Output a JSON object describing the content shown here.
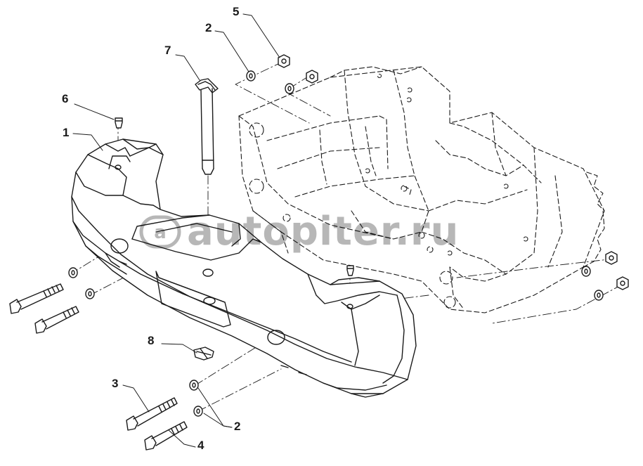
{
  "callouts": {
    "c1": "1",
    "c2_top": "2",
    "c2_bottom": "2",
    "c3": "3",
    "c4": "4",
    "c5": "5",
    "c6": "6",
    "c7": "7",
    "c8": "8"
  },
  "watermark": {
    "text": "autopiter.ru",
    "logo_icon": "autopiter-logo-icon"
  },
  "colors": {
    "line": "#1a1a1a",
    "fill": "#ffffff",
    "shade": "#f4f4f4"
  }
}
